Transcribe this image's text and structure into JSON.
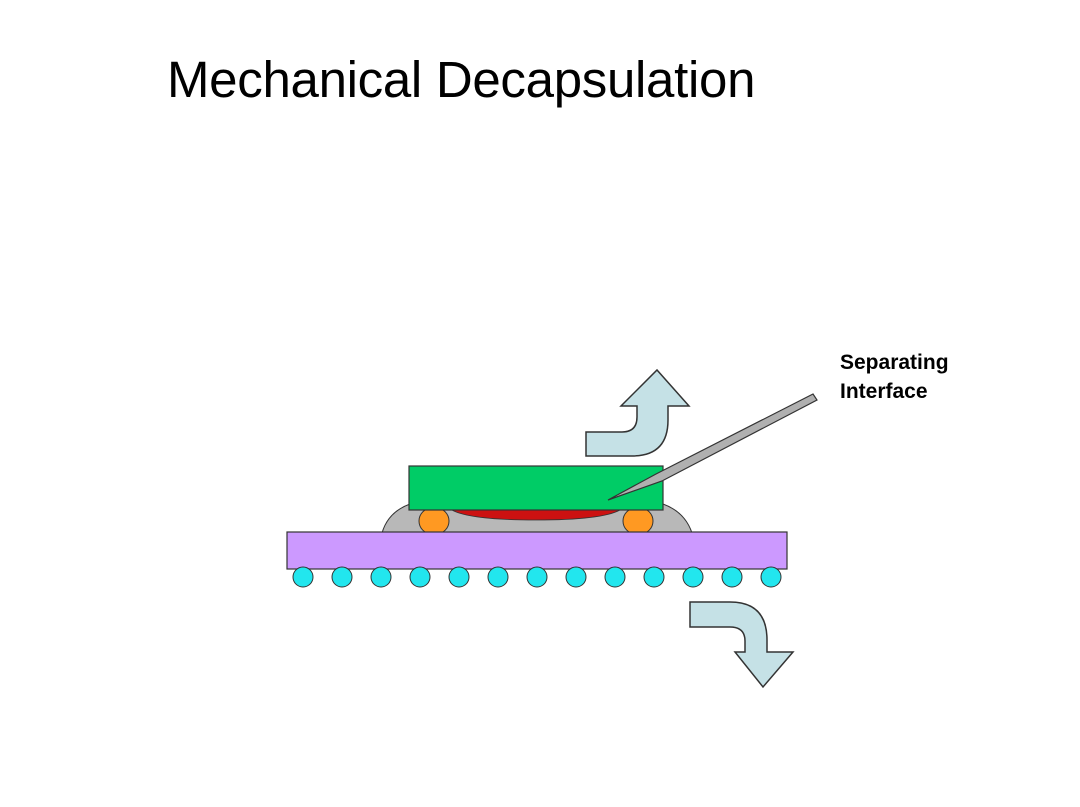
{
  "slide": {
    "title": "Mechanical Decapsulation"
  },
  "callout": {
    "line1": "Separating",
    "line2": "Interface"
  },
  "colors": {
    "die": "#00cc66",
    "underfill": "#b8b8b8",
    "adhesive": "#cc1111",
    "bump": "#ff9922",
    "substrate": "#cc99ff",
    "solder_ball": "#22e6ee",
    "arrow_fill": "#c5e1e6",
    "probe": "#b0b0b0"
  },
  "icons": {
    "up_arrow": "curved-up-arrow-icon",
    "down_arrow": "curved-down-arrow-icon"
  },
  "solder_ball_count": 13
}
